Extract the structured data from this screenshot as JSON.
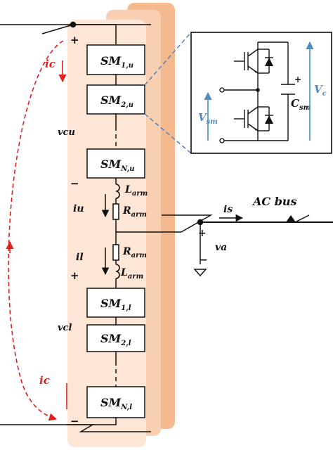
{
  "colors": {
    "back_panel": "#f5b98f",
    "mid_panel": "#f8cfb0",
    "front_panel": "#fde6d6",
    "wire": "#111111",
    "dashed_link": "#4a7ab8",
    "voltage_arrow": "#4f8bc4",
    "circulating_current": "#e02020"
  },
  "upper_arm": {
    "modules": [
      {
        "main": "SM",
        "sub": "1,u"
      },
      {
        "main": "SM",
        "sub": "2,u"
      },
      {
        "main": "SM",
        "sub": "N,u"
      }
    ],
    "voltage_label": "vcu",
    "plus": "+",
    "minus": "−",
    "current_label": "iu",
    "inductor": {
      "main": "L",
      "sub": "arm"
    },
    "resistor": {
      "main": "R",
      "sub": "arm"
    }
  },
  "lower_arm": {
    "modules": [
      {
        "main": "SM",
        "sub": "1,l"
      },
      {
        "main": "SM",
        "sub": "2,l"
      },
      {
        "main": "SM",
        "sub": "N,l"
      }
    ],
    "voltage_label": "vcl",
    "plus": "+",
    "minus": "−",
    "current_label": "il",
    "inductor": {
      "main": "L",
      "sub": "arm"
    },
    "resistor": {
      "main": "R",
      "sub": "arm"
    }
  },
  "circulating_current": {
    "top_label": "ic",
    "bottom_label": "ic"
  },
  "ac_side": {
    "current_label": "is",
    "bus_label": "AC bus",
    "voltage_label": "va",
    "plus": "+",
    "minus": "−"
  },
  "submodule_detail": {
    "capacitor": {
      "main": "C",
      "sub": "sm"
    },
    "cap_plus": "+",
    "sm_voltage": {
      "main": "V",
      "sub": "sm"
    },
    "cap_voltage": {
      "main": "V",
      "sub": "c"
    }
  }
}
